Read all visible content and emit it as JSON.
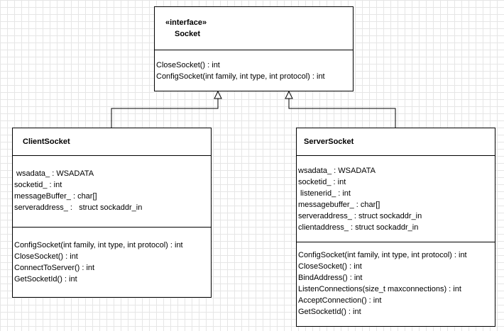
{
  "diagram": {
    "interface": {
      "stereotype": "«interface»",
      "name": "Socket",
      "methods": [
        "CloseSocket() : int",
        "ConfigSocket(int family, int type, int protocol) : int"
      ]
    },
    "client": {
      "name": "ClientSocket",
      "attributes": [
        " wsadata_ : WSADATA",
        "socketid_ : int",
        "messageBuffer_ : char[]",
        "serveraddress_ :   struct sockaddr_in"
      ],
      "methods": [
        "ConfigSocket(int family, int type, int protocol) : int",
        "CloseSocket() : int",
        "ConnectToServer() : int",
        "GetSocketId() : int"
      ]
    },
    "server": {
      "name": "ServerSocket",
      "attributes": [
        "wsadata_ : WSADATA",
        "socketid_ : int",
        " listenerid_ : int",
        "messagebuffer_ : char[]",
        "serveraddress_ : struct sockaddr_in",
        "clientaddress_ : struct sockaddr_in"
      ],
      "methods": [
        "ConfigSocket(int family, int type, int protocol) : int",
        "CloseSocket() : int",
        "BindAddress() : int",
        "ListenConnections(size_t maxconnections) : int",
        "AcceptConnection() : int",
        "GetSocketId() : int"
      ]
    }
  }
}
